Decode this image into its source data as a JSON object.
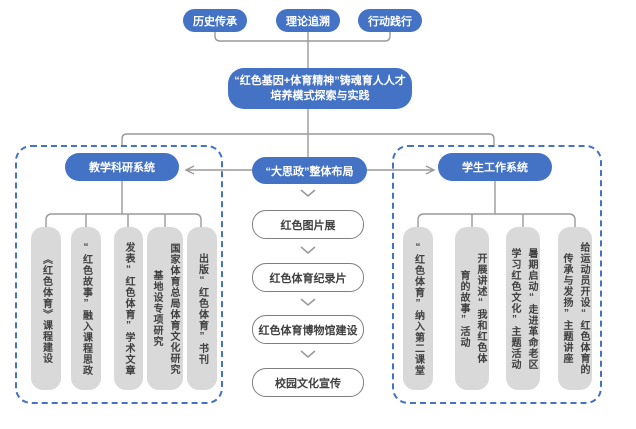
{
  "colors": {
    "primary_blue": "#4472C4",
    "box_gray": "#D9D9D9",
    "line_gray": "#9a9a9a",
    "text_dark": "#404040"
  },
  "top_pills": [
    {
      "label": "历史传承"
    },
    {
      "label": "理论追溯"
    },
    {
      "label": "行动践行"
    }
  ],
  "main_title": {
    "line1": "“红色基因+体育精神”铸魂育人人才",
    "line2": "培养模式探索与实践"
  },
  "center": {
    "hub_label": "“大思政”整体布局",
    "flow_items": [
      "红色图片展",
      "红色体育纪录片",
      "红色体育博物馆建设",
      "校园文化宣传"
    ]
  },
  "left_panel": {
    "header": "教学科研系统",
    "items": [
      {
        "columns": [
          "《红色体育》课程建设"
        ]
      },
      {
        "columns": [
          "“红色故事”融入课程思政"
        ]
      },
      {
        "columns": [
          "发表“红色体育”学术文章"
        ]
      },
      {
        "columns": [
          "国家体育总局体育文化研究",
          "基地设专项研究"
        ]
      },
      {
        "columns": [
          "出版“红色体育”书刊"
        ]
      }
    ]
  },
  "right_panel": {
    "header": "学生工作系统",
    "items": [
      {
        "columns": [
          "“红色体育”纳入第二课堂"
        ]
      },
      {
        "columns": [
          "开展讲述“我和红色体",
          "育的故事”活动"
        ]
      },
      {
        "columns": [
          "暑期启动“走进革命老区",
          "学习红色文化”主题活动"
        ]
      },
      {
        "columns": [
          "给运动员开设“红色体育的",
          "传承与发扬”主题讲座"
        ]
      }
    ]
  }
}
